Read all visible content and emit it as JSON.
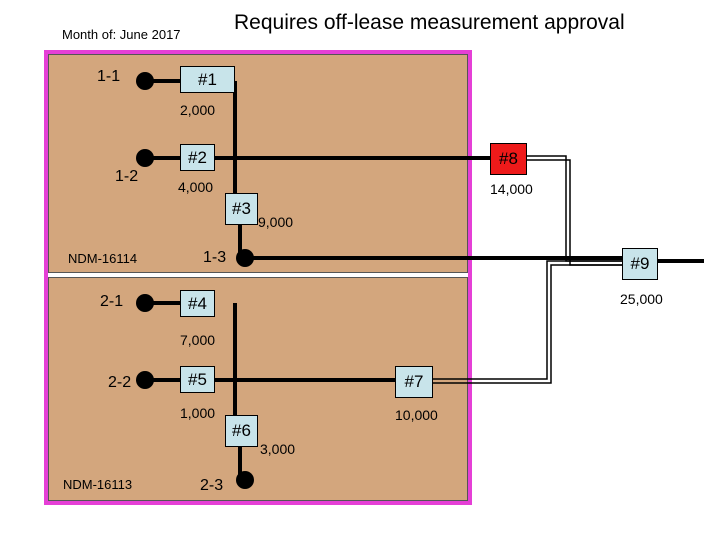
{
  "header": {
    "month_label": "Month of: June 2017",
    "title": "Requires off-lease measurement approval"
  },
  "leases": [
    {
      "id": "NDM-16114"
    },
    {
      "id": "NDM-16113"
    }
  ],
  "wells": [
    "1-1",
    "1-2",
    "1-3",
    "2-1",
    "2-2",
    "2-3"
  ],
  "meters": {
    "m1": {
      "label": "#1",
      "volume": "2,000"
    },
    "m2": {
      "label": "#2",
      "volume": "4,000"
    },
    "m3": {
      "label": "#3",
      "volume": "9,000"
    },
    "m4": {
      "label": "#4",
      "volume": "7,000"
    },
    "m5": {
      "label": "#5",
      "volume": "1,000"
    },
    "m6": {
      "label": "#6",
      "volume": "3,000"
    },
    "m7": {
      "label": "#7",
      "volume": "10,000"
    },
    "m8": {
      "label": "#8",
      "volume": "14,000"
    },
    "m9": {
      "label": "#9",
      "volume": "25,000"
    }
  },
  "colors": {
    "lease_fill": "#d3a67d",
    "boundary": "#e53fd6",
    "meter_fill": "#c8e4ea",
    "highlight_meter": "#ee1a1a"
  }
}
